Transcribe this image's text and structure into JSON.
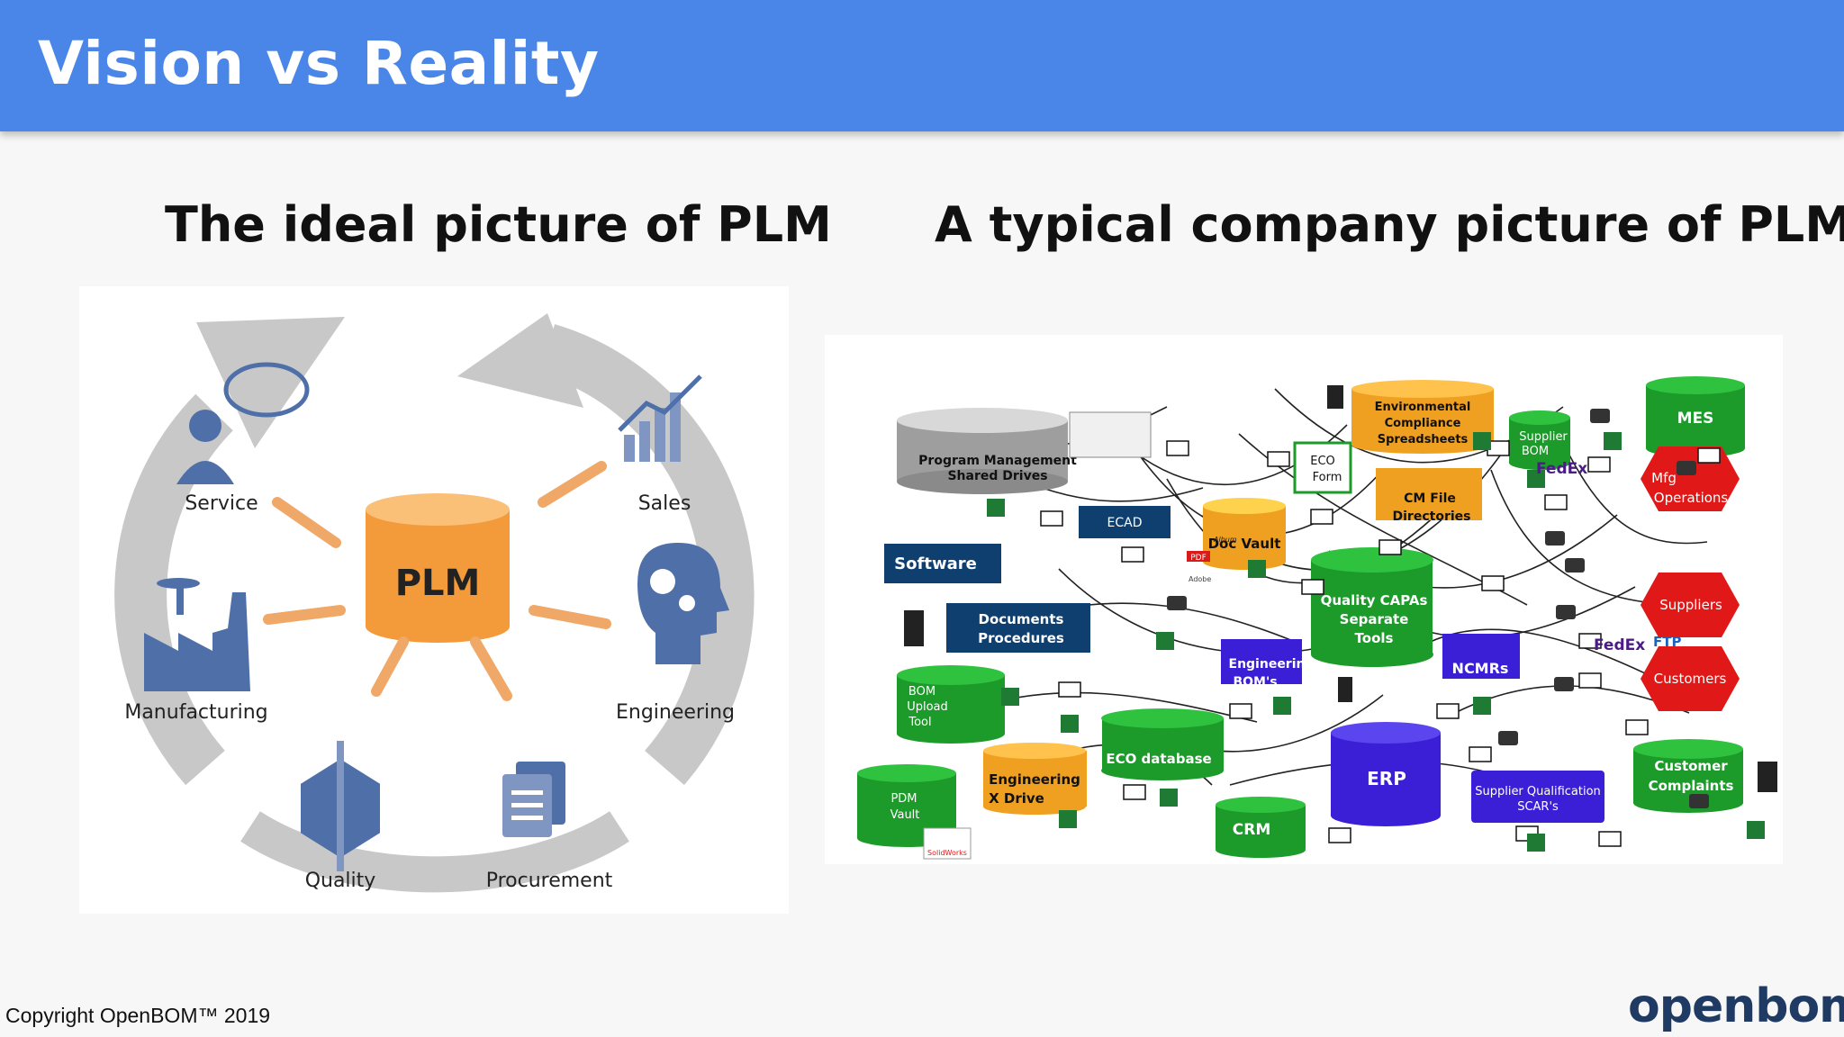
{
  "slide": {
    "title": "Vision vs Reality",
    "left_heading": "The ideal picture of PLM",
    "right_heading": "A typical company picture of PLM",
    "copyright": "Copyright OpenBOM™ 2019",
    "logo": "openbom"
  },
  "ideal": {
    "center": "PLM",
    "nodes": [
      {
        "label": "Service",
        "icon": "person-speech-icon"
      },
      {
        "label": "Sales",
        "icon": "bar-chart-up-icon"
      },
      {
        "label": "Manufacturing",
        "icon": "factory-icon"
      },
      {
        "label": "Engineering",
        "icon": "head-gears-icon"
      },
      {
        "label": "Quality",
        "icon": "cube-icon"
      },
      {
        "label": "Procurement",
        "icon": "documents-icon"
      }
    ]
  },
  "typical": {
    "gray": [
      "Program Management",
      "Shared Drives"
    ],
    "blue": [
      "ECAD",
      "Software",
      "Documents",
      "Procedures"
    ],
    "green": [
      "MES",
      "Supplier",
      "BOM",
      "Quality CAPAs",
      "Separate",
      "Tools",
      "BOM",
      "Upload",
      "Tool",
      "ECO database",
      "PDM",
      "Vault",
      "CRM",
      "Customer",
      "Complaints",
      "ECO",
      "Form"
    ],
    "orange": [
      "Environmental",
      "Compliance",
      "Spreadsheets",
      "CM File",
      "Directories",
      "Doc Vault",
      "Engineering",
      "X Drive"
    ],
    "purple": [
      "Engineering",
      "BOM's",
      "NCMRs",
      "ERP",
      "Supplier Qualification",
      "SCAR's"
    ],
    "red": [
      "Mfg",
      "Operations",
      "Suppliers",
      "Customers"
    ],
    "logos": [
      "FedEx",
      "FTP",
      "PDF",
      "Adobe",
      "Album",
      "SolidWorks"
    ]
  },
  "colors": {
    "header": "#4a86e8",
    "plm": "#f7a13c",
    "arrow": "#f0a868",
    "icon": "#4f6fa8",
    "green": "#1c9a2a",
    "purple": "#3a1fd6",
    "red": "#e01818",
    "orange": "#f0a020",
    "blue": "#0f3f6e"
  }
}
